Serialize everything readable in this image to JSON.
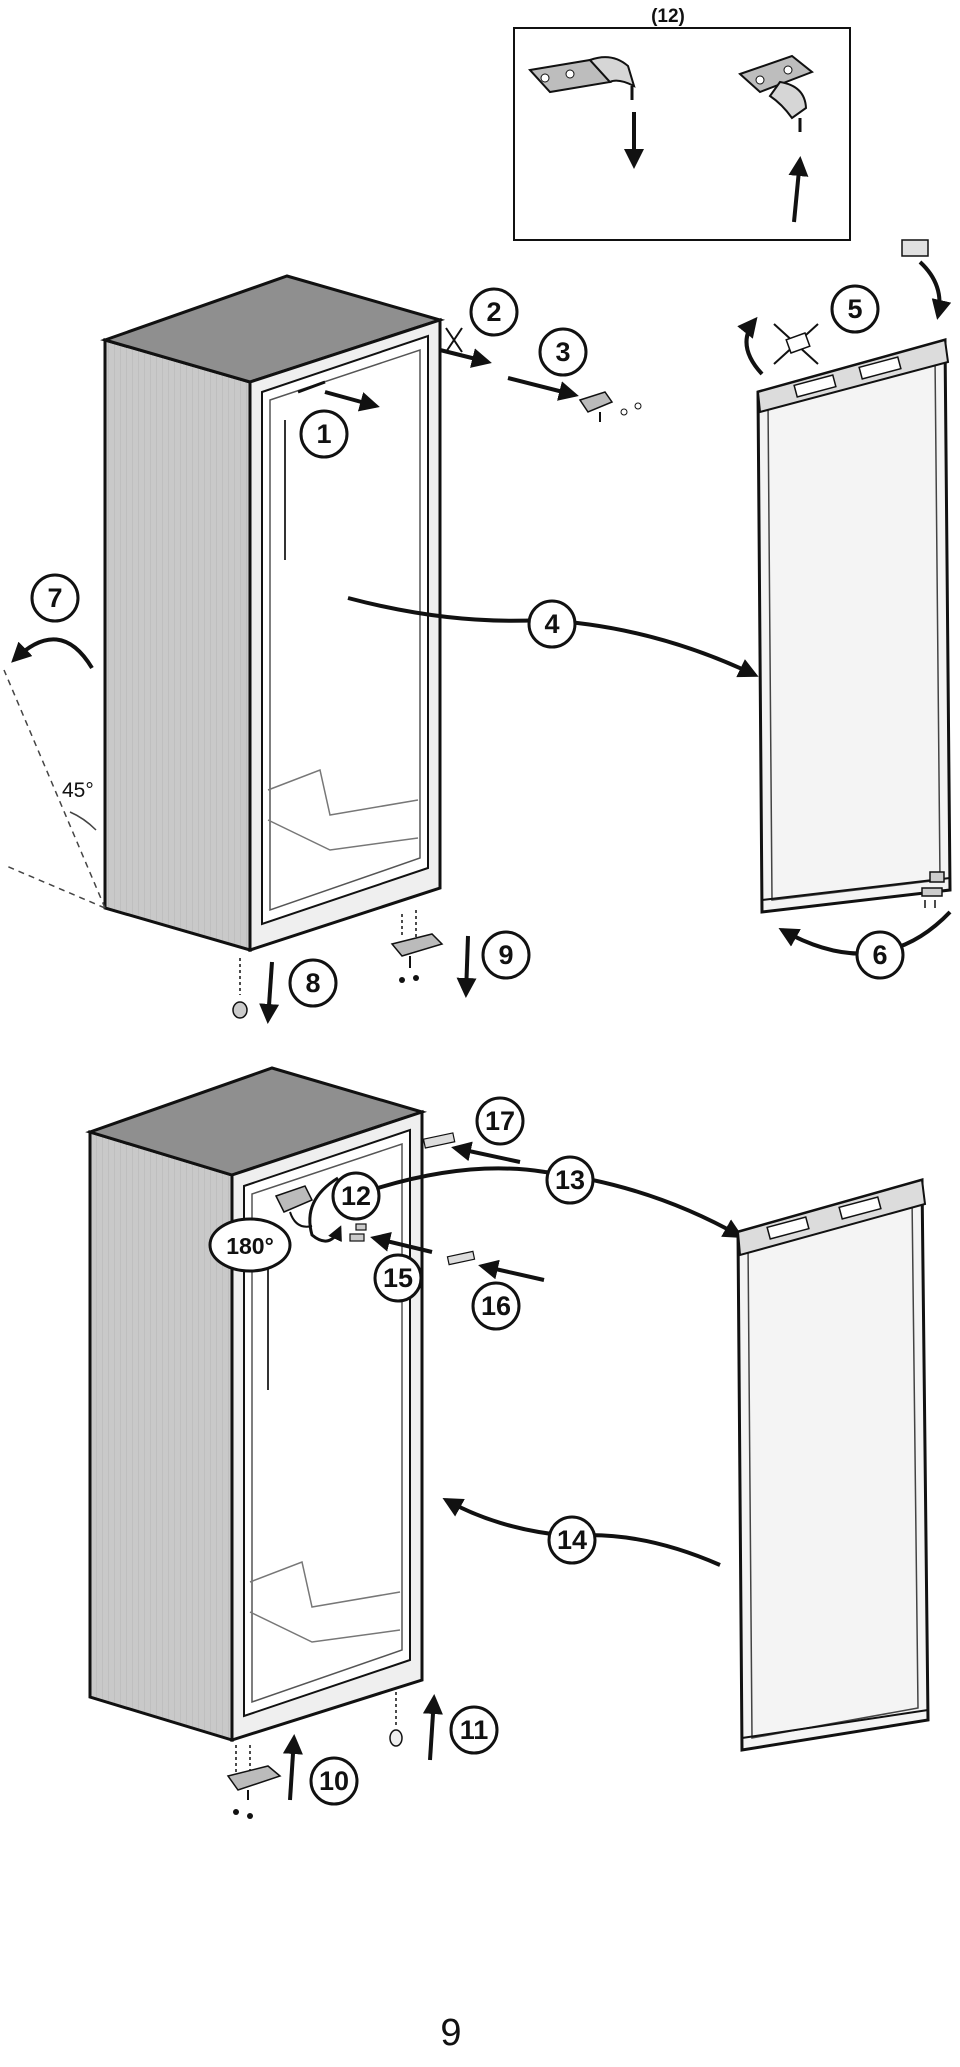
{
  "inset": {
    "label": "(12)"
  },
  "steps": {
    "s1": "1",
    "s2": "2",
    "s3": "3",
    "s4": "4",
    "s5": "5",
    "s6": "6",
    "s7": "7",
    "s8": "8",
    "s9": "9",
    "s10": "10",
    "s11": "11",
    "s12": "12",
    "s13": "13",
    "s14": "14",
    "s15": "15",
    "s16": "16",
    "s17": "17"
  },
  "angles": {
    "tilt": "45°",
    "rotate": "180°"
  },
  "page": {
    "number": "9"
  },
  "colors": {
    "ink": "#111111",
    "cabinet_side": "#c9c9c9",
    "cabinet_top": "#8f8f8f",
    "door": "#f4f4f4"
  }
}
